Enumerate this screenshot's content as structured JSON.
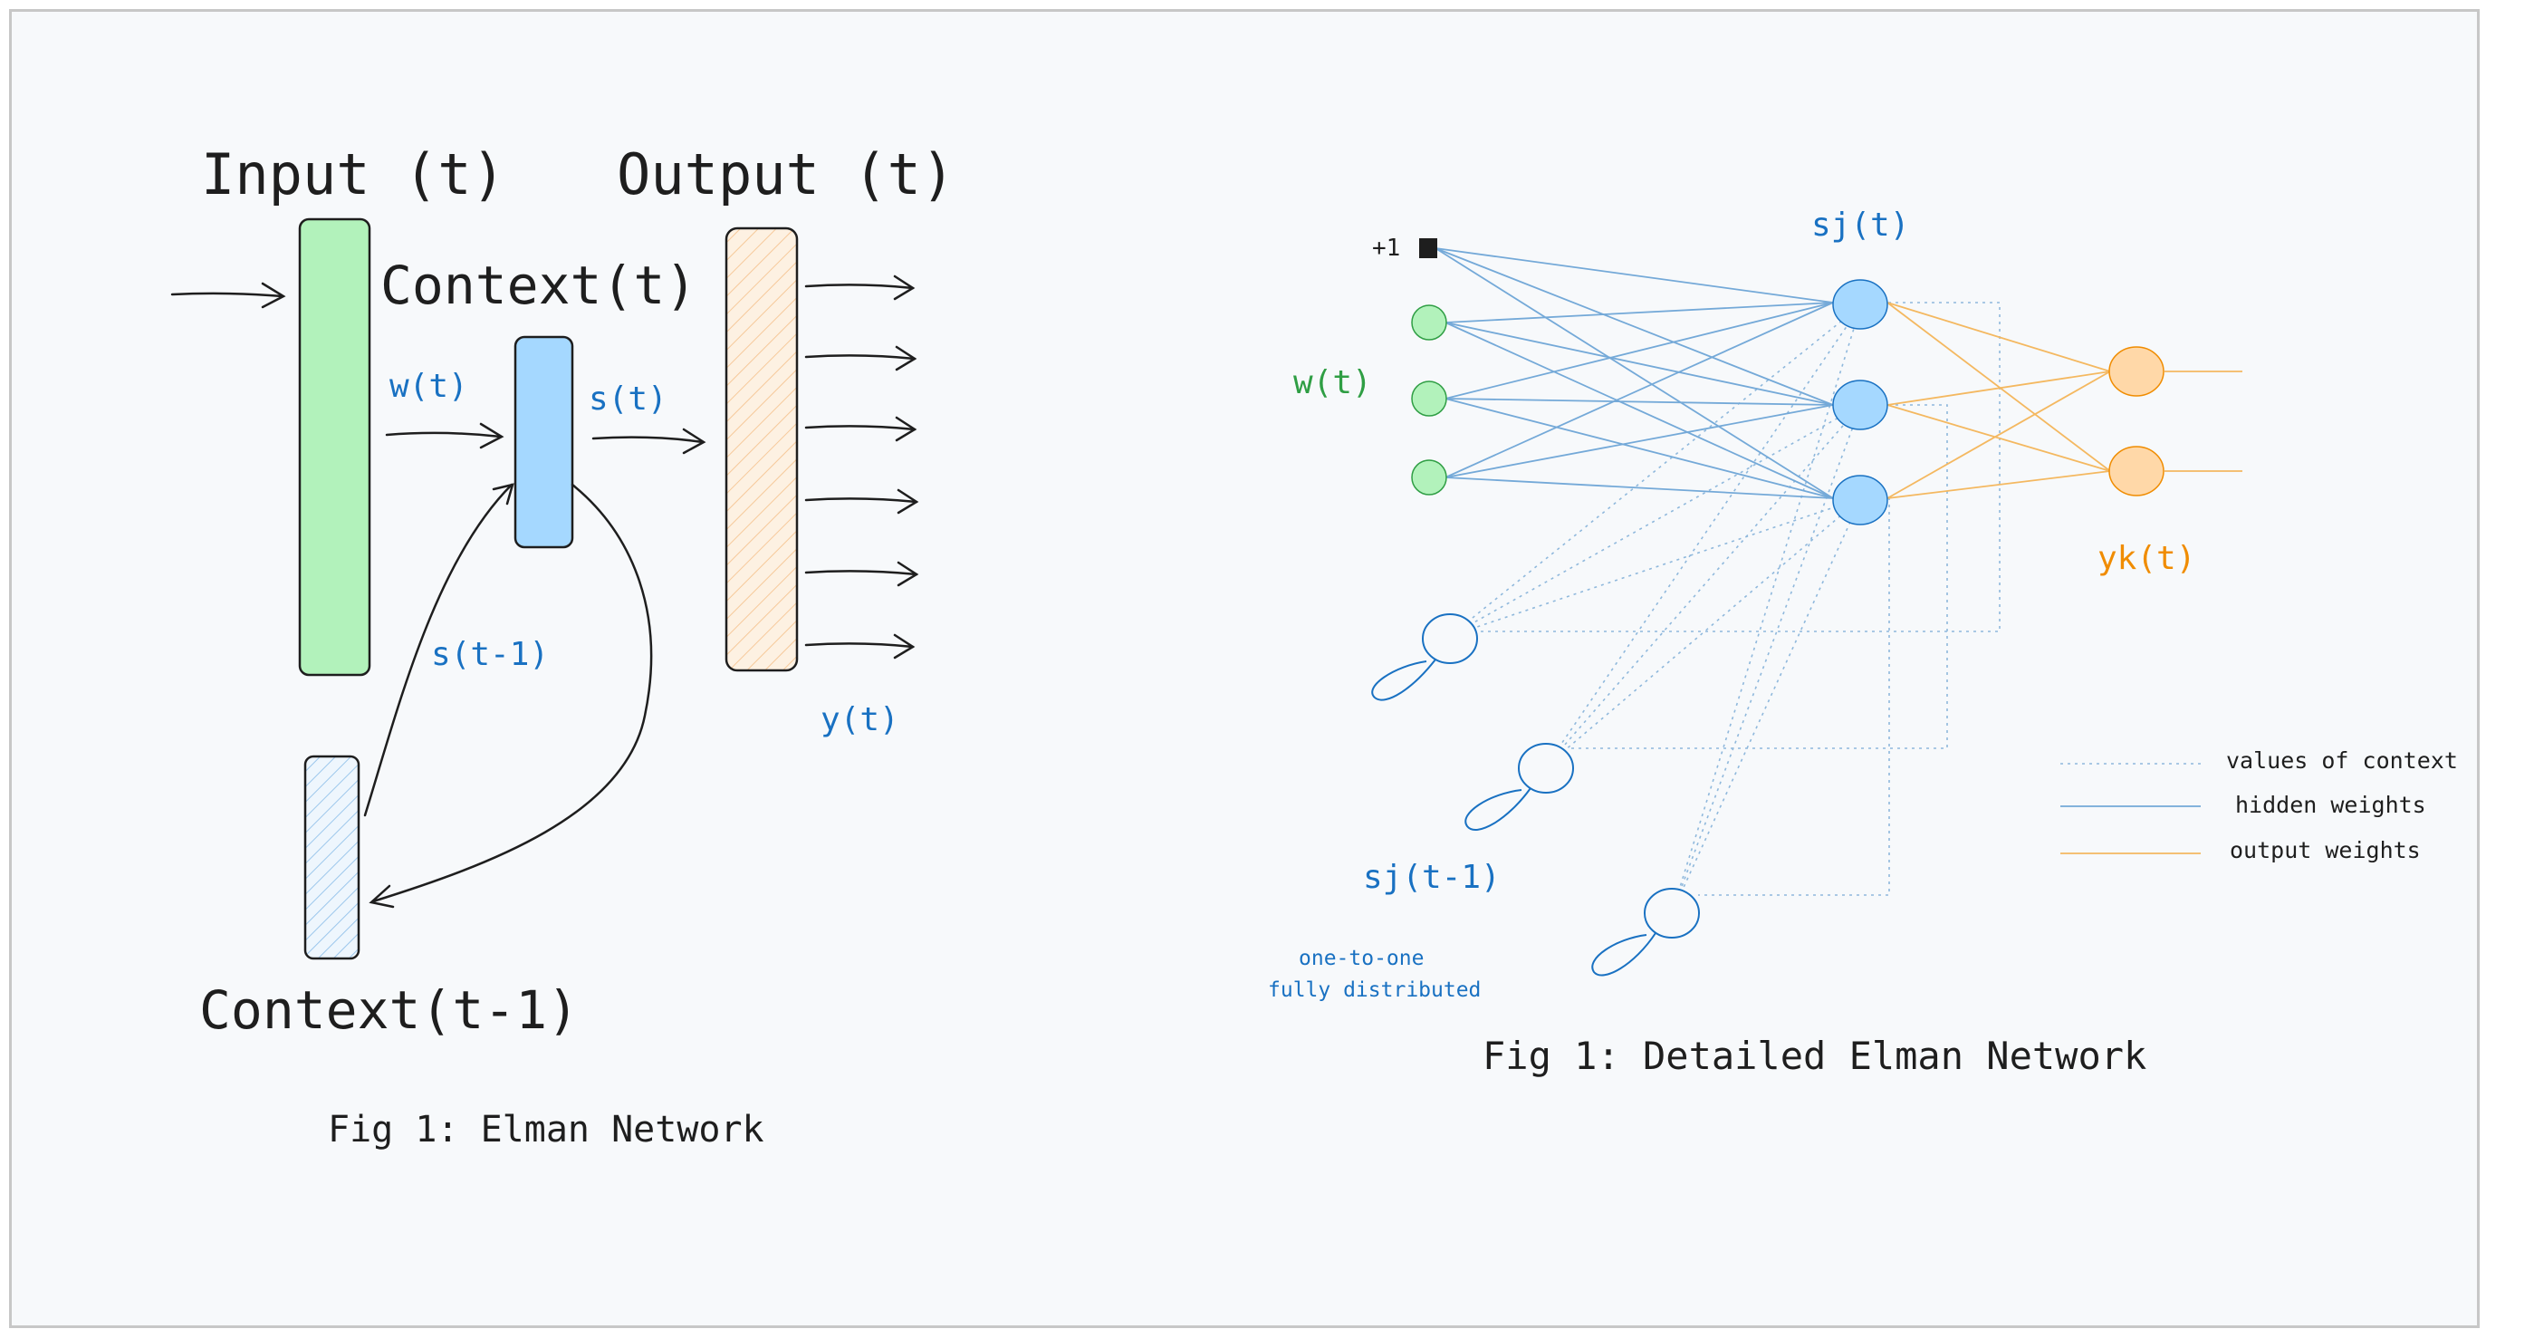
{
  "colors": {
    "background": "#f7f9fb",
    "ink": "#1e1e1e",
    "blue_text": "#1971c2",
    "green_text": "#2f9e44",
    "orange_text": "#f08c00",
    "input_fill": "#b2f2bb",
    "input_stroke": "#1e1e1e",
    "hidden_fill": "#a5d8ff",
    "output_fill": "#ffe8cc",
    "output_node_fill": "#ffd8a8",
    "input_node_fill": "#b2f2bb",
    "context_fill": "#e7f5ff",
    "hidden_weight": "#74a9d8",
    "output_weight": "#f4b860",
    "context_value": "#8fb8dc"
  },
  "left_figure": {
    "input_label": "Input (t)",
    "output_label": "Output (t)",
    "context_label": "Context(t)",
    "context_prev_label": "Context(t-1)",
    "w_label": "w(t)",
    "s_label": "s(t)",
    "s_prev_label": "s(t-1)",
    "y_label": "y(t)",
    "caption": "Fig 1: Elman Network"
  },
  "right_figure": {
    "bias_label": "+1",
    "w_label": "w(t)",
    "hidden_label": "sj(t)",
    "output_label": "yk(t)",
    "context_label": "sj(t-1)",
    "note_line1": "one-to-one",
    "note_line2": "fully distributed",
    "caption": "Fig 1: Detailed Elman Network",
    "legend": {
      "context": "values of context",
      "hidden": "hidden weights",
      "output": "output weights"
    }
  }
}
